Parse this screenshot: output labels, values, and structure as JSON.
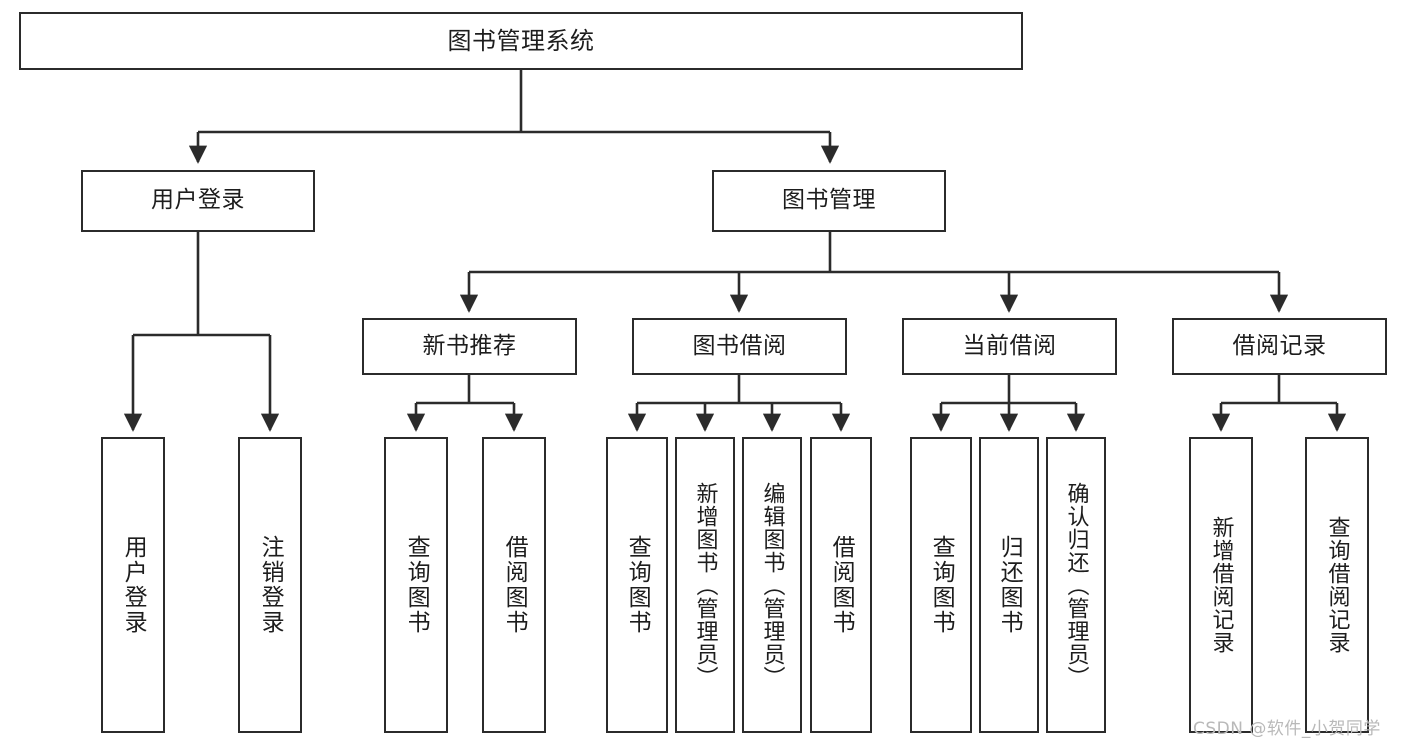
{
  "diagram": {
    "title": "图书管理系统",
    "type": "hierarchy-tree",
    "levels": 4,
    "nodes": {
      "root": {
        "label": "图书管理系统"
      },
      "level2": [
        {
          "label": "用户登录"
        },
        {
          "label": "图书管理"
        }
      ],
      "level3": [
        {
          "label": "新书推荐"
        },
        {
          "label": "图书借阅"
        },
        {
          "label": "当前借阅"
        },
        {
          "label": "借阅记录"
        }
      ],
      "leaves_user_login": [
        {
          "label": "用户登录"
        },
        {
          "label": "注销登录"
        }
      ],
      "leaves_new_books": [
        {
          "label": "查询图书"
        },
        {
          "label": "借阅图书"
        }
      ],
      "leaves_borrow": [
        {
          "label": "查询图书"
        },
        {
          "label": "新增图书（管理员）"
        },
        {
          "label": "编辑图书（管理员）"
        },
        {
          "label": "借阅图书"
        }
      ],
      "leaves_current": [
        {
          "label": "查询图书"
        },
        {
          "label": "归还图书"
        },
        {
          "label": "确认归还（管理员）"
        }
      ],
      "leaves_records": [
        {
          "label": "新增借阅记录"
        },
        {
          "label": "查询借阅记录"
        }
      ]
    },
    "colors": {
      "border": "#2b2b2b",
      "background": "#ffffff",
      "text": "#1d1d1d",
      "connector": "#2b2b2b",
      "watermark": "#b9b9b9"
    }
  },
  "watermark": {
    "text": "CSDN @软件_小贺同学"
  }
}
